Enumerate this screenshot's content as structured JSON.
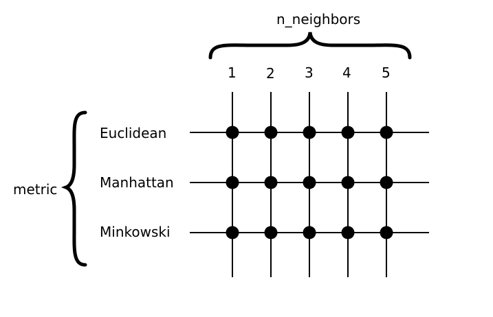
{
  "diagram": {
    "top_axis": {
      "title": "n_neighbors",
      "values": [
        "1",
        "2",
        "3",
        "4",
        "5"
      ]
    },
    "side_axis": {
      "title": "metric",
      "values": [
        "Euclidean",
        "Manhattan",
        "Minkowski"
      ]
    },
    "colors": {
      "ink": "#000000",
      "background": "#ffffff"
    }
  }
}
